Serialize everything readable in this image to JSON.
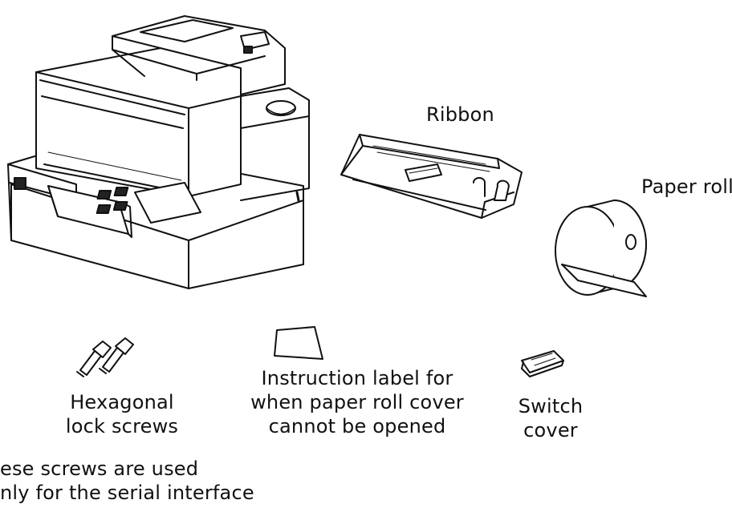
{
  "labels": {
    "ribbon": "Ribbon",
    "paper_roll": "Paper roll",
    "hex_screws": [
      "Hexagonal",
      "lock screws"
    ],
    "instruction_label": [
      "Instruction label for",
      "when paper roll cover",
      "cannot be opened"
    ],
    "switch_cover": [
      "Switch",
      "cover"
    ],
    "footnote": [
      "ese screws are used",
      "nly for the serial interface"
    ]
  },
  "colors": {
    "line": "#111111",
    "background": "#ffffff"
  }
}
